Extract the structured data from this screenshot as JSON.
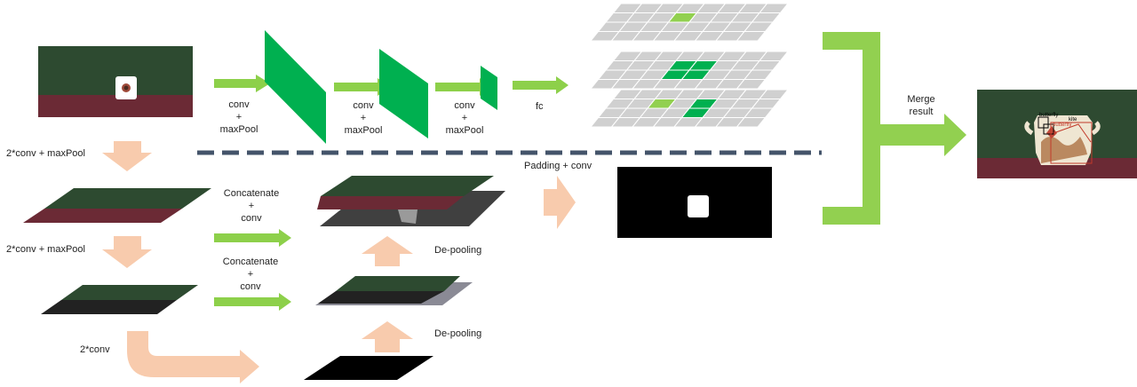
{
  "top_branch": {
    "op1": "conv\n+\nmaxPool",
    "op2": "conv\n+\nmaxPool",
    "op3": "conv\n+\nmaxPool",
    "op4": "fc"
  },
  "merge": {
    "label": "Merge\nresult"
  },
  "bottom_branch": {
    "enc1": "2*conv + maxPool",
    "enc2": "2*conv + maxPool",
    "enc3": "2*conv",
    "cat1": "Concatenate\n+\nconv",
    "cat2": "Concatenate\n+\nconv",
    "depool1": "De-pooling",
    "depool2": "De-pooling",
    "padding": "Padding + conv"
  },
  "result": {
    "box_label_1": "butterfly",
    "box_label_2": "kite",
    "box_label_3": "butterfly"
  },
  "colors": {
    "green_arrow": "#8dd04a",
    "dark_green_block": "#00b050",
    "peach_arrow": "#f8cbad",
    "dashed_line": "#44546a",
    "grid_cell": "#d0d0d0",
    "photo_green": "#2d4a30",
    "photo_red": "#6b2a35"
  }
}
